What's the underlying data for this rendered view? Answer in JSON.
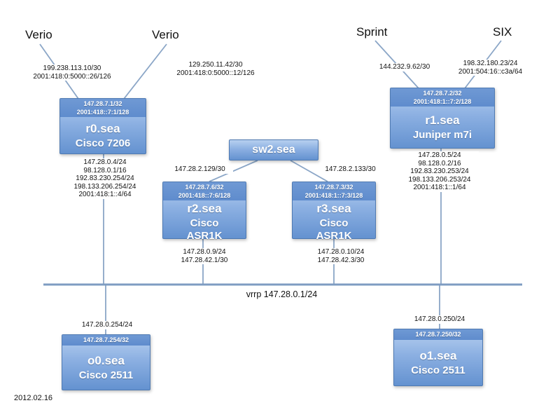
{
  "diagram": {
    "date": "2012.02.16",
    "bus": {
      "label": "vrrp 147.28.0.1/24"
    },
    "providers": {
      "verio1": "Verio",
      "verio2": "Verio",
      "sprint": "Sprint",
      "six": "SIX"
    },
    "uplinks": {
      "verio1": [
        "199.238.113.10/30",
        "2001:418:0:5000::26/126"
      ],
      "verio2": [
        "129.250.11.42/30",
        "2001:418:0:5000::12/126"
      ],
      "sprint": [
        "144.232.9.62/30"
      ],
      "six": [
        "198.32.180.23/24",
        "2001:504:16::c3a/64"
      ]
    },
    "nodes": {
      "r0": {
        "loopbacks": [
          "147.28.7.1/32",
          "2001:418::7:1/128"
        ],
        "name": "r0.sea",
        "model": "Cisco 7206"
      },
      "r1": {
        "loopbacks": [
          "147.28.7.2/32",
          "2001:418:1::7:2/128"
        ],
        "name": "r1.sea",
        "model": "Juniper m7i"
      },
      "sw2": {
        "name": "sw2.sea"
      },
      "r2": {
        "loopbacks": [
          "147.28.7.6/32",
          "2001:418::7:6/128"
        ],
        "name": "r2.sea",
        "model": "Cisco\nASR1K"
      },
      "r3": {
        "loopbacks": [
          "147.28.7.3/32",
          "2001:418:1::7:3/128"
        ],
        "name": "r3.sea",
        "model": "Cisco\nASR1K"
      },
      "o0": {
        "loopbacks": [
          "147.28.7.254/32"
        ],
        "name": "o0.sea",
        "model": "Cisco 2511"
      },
      "o1": {
        "loopbacks": [
          "147.28.7.250/32"
        ],
        "name": "o1.sea",
        "model": "Cisco 2511"
      }
    },
    "annotations": {
      "r0_lan": [
        "147.28.0.4/24",
        "98.128.0.1/16",
        "192.83.230.254/24",
        "198.133.206.254/24",
        "2001:418:1::4/64"
      ],
      "r1_lan": [
        "147.28.0.5/24",
        "98.128.0.2/16",
        "192.83.230.253/24",
        "198.133.206.253/24",
        "2001:418:1::1/64"
      ],
      "sw2_r2_link": [
        "147.28.2.129/30"
      ],
      "sw2_r3_link": [
        "147.28.2.133/30"
      ],
      "r2_lan": [
        "147.28.0.9/24",
        "147.28.42.1/30"
      ],
      "r3_lan": [
        "147.28.0.10/24",
        "147.28.42.3/30"
      ],
      "o0_ip": [
        "147.28.0.254/24"
      ],
      "o1_ip": [
        "147.28.0.250/24"
      ]
    },
    "colors": {
      "box_border": "#4f7ab2",
      "box_gradient_top": "#b7d0f0",
      "box_gradient_bottom": "#6492d0",
      "header_bg": "#6f99d4",
      "line": "#8ba6c7",
      "text": "#111111"
    }
  }
}
